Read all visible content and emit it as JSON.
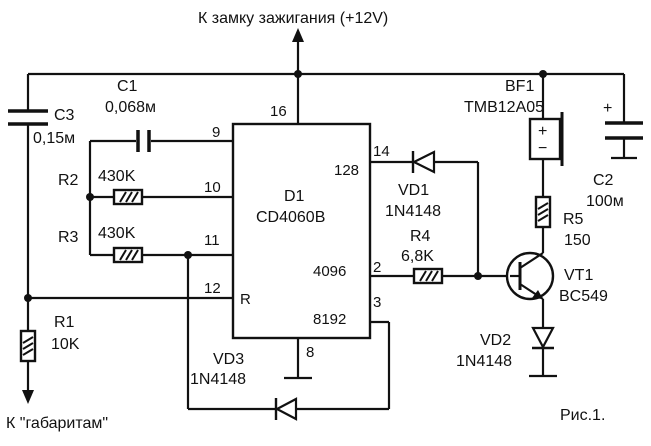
{
  "top_label": "К замку зажигания (+12V)",
  "bottom_label": "К \"габаритам\"",
  "figure_caption": "Рис.1.",
  "ic": {
    "ref": "D1",
    "part": "CD4060B",
    "pins": {
      "p16": "16",
      "p9": "9",
      "p10": "10",
      "p11": "11",
      "p12": "12",
      "p14": "14",
      "p2": "2",
      "p3": "3",
      "p8": "8"
    },
    "inner": {
      "q128": "128",
      "q4096": "4096",
      "q8192": "8192",
      "reset": "R"
    }
  },
  "components": {
    "C1": {
      "ref": "C1",
      "value": "0,068м"
    },
    "C2": {
      "ref": "C2",
      "value": "100м"
    },
    "C3": {
      "ref": "C3",
      "value": "0,15м"
    },
    "R1": {
      "ref": "R1",
      "value": "10K"
    },
    "R2": {
      "ref": "R2",
      "value": "430K"
    },
    "R3": {
      "ref": "R3",
      "value": "430K"
    },
    "R4": {
      "ref": "R4",
      "value": "6,8K"
    },
    "R5": {
      "ref": "R5",
      "value": "150"
    },
    "VD1": {
      "ref": "VD1",
      "value": "1N4148"
    },
    "VD2": {
      "ref": "VD2",
      "value": "1N4148"
    },
    "VD3": {
      "ref": "VD3",
      "value": "1N4148"
    },
    "VT1": {
      "ref": "VT1",
      "value": "BC549"
    },
    "BF1": {
      "ref": "BF1",
      "value": "TMB12A05"
    }
  },
  "symbols": {
    "plus": "+",
    "minus": "−"
  }
}
